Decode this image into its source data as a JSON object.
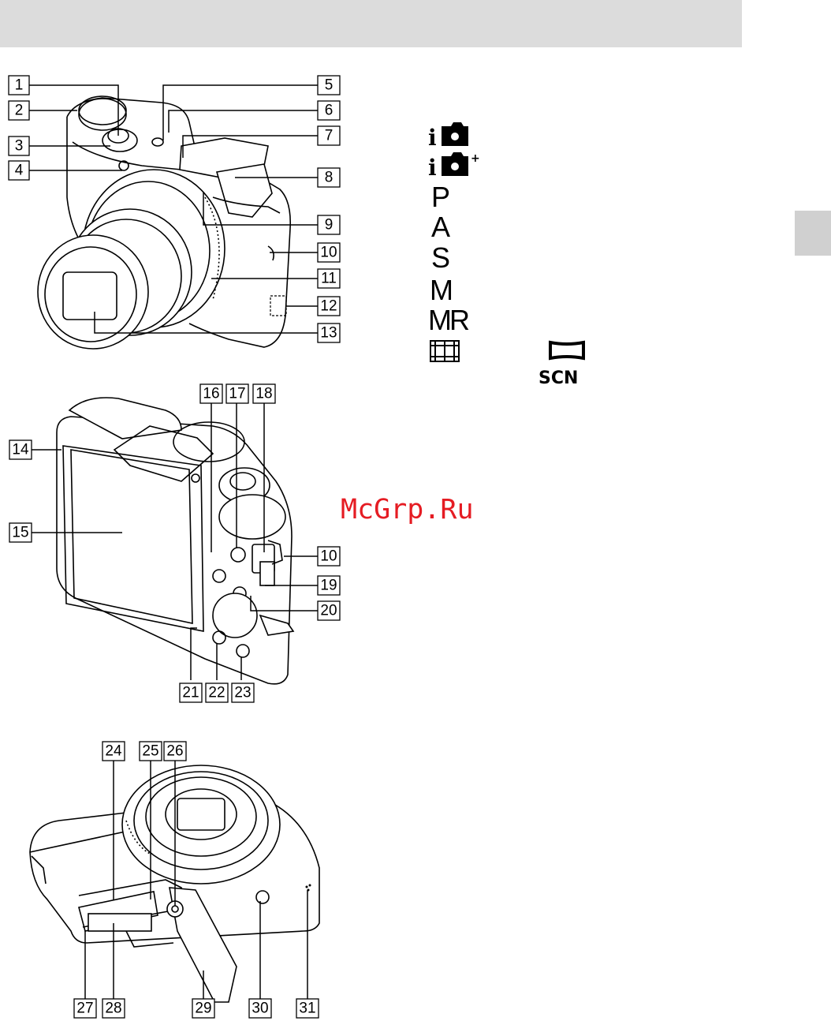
{
  "mode_dial": {
    "icons": [
      "i-camera-icon",
      "i-camera-plus-icon",
      "film-strip-icon",
      "panorama-icon"
    ],
    "letters": [
      "P",
      "A",
      "S",
      "M",
      "MR"
    ],
    "scene_label": "SCN"
  },
  "watermark": "McGrp.Ru",
  "callouts": {
    "front": [
      "1",
      "2",
      "3",
      "4",
      "5",
      "6",
      "7",
      "8",
      "9",
      "10",
      "11",
      "12",
      "13"
    ],
    "rear": [
      "14",
      "15",
      "16",
      "17",
      "18",
      "10",
      "19",
      "20",
      "21",
      "22",
      "23"
    ],
    "bottom": [
      "24",
      "25",
      "26",
      "27",
      "28",
      "29",
      "30",
      "31"
    ]
  }
}
